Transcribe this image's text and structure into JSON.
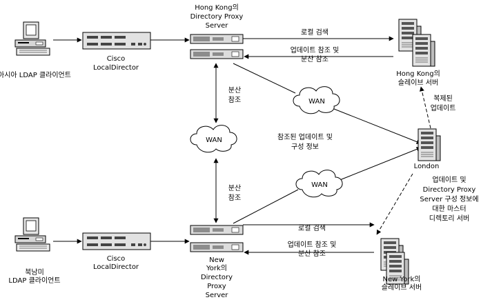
{
  "labels": {
    "asia_client": "아시아 LDAP 클라이언트",
    "na_client_line1": "북남미",
    "na_client_line2": "LDAP 클라이언트",
    "cisco_top_line1": "Cisco",
    "cisco_top_line2": "LocalDirector",
    "cisco_bottom_line1": "Cisco",
    "cisco_bottom_line2": "LocalDirector",
    "hk_proxy_line1": "Hong Kong의",
    "hk_proxy_line2": "Directory Proxy",
    "hk_proxy_line3": "Server",
    "ny_proxy_line1": "New",
    "ny_proxy_line2": "York의",
    "ny_proxy_line3": "Directory",
    "ny_proxy_line4": "Proxy",
    "ny_proxy_line5": "Server",
    "local_search_top": "로컬 검색",
    "update_ref_top_line1": "업데이트 참조 및",
    "update_ref_top_line2": "분산 참조",
    "local_search_bottom": "로컬 검색",
    "update_ref_bottom_line1": "업데이트 참조 및",
    "update_ref_bottom_line2": "분산 참조",
    "hk_slave_line1": "Hong Kong의",
    "hk_slave_line2": "슬레이브 서버",
    "ny_slave_line1": "New York의",
    "ny_slave_line2": "슬레이브 서버",
    "london": "London",
    "replicated_update_line1": "복제된",
    "replicated_update_line2": "업데이트",
    "dist_ref_top_line1": "분산",
    "dist_ref_top_line2": "참조",
    "dist_ref_bottom_line1": "분산",
    "dist_ref_bottom_line2": "참조",
    "referred_update_line1": "참조된 업데이트 및",
    "referred_update_line2": "구성 정보",
    "master_line1": "업데이트 및",
    "master_line2": "Directory Proxy",
    "master_line3": "Server 구성 정보에",
    "master_line4": "대한 마스터",
    "master_line5": "디렉토리 서버",
    "wan_top": "WAN",
    "wan_middle": "WAN",
    "wan_bottom": "WAN"
  },
  "icons": {
    "client": "desktop-computer-icon",
    "load_balancer": "cisco-localdirector-icon",
    "proxy": "proxy-server-icon",
    "server": "tower-server-icon",
    "network": "wan-cloud-icon"
  }
}
